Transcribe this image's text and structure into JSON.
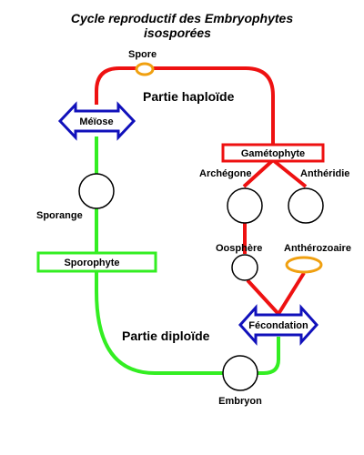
{
  "title": {
    "line1": "Cycle reproductif des Embryophytes",
    "line2": "isosporées"
  },
  "labels": {
    "spore": "Spore",
    "partie_haploide": "Partie haploïde",
    "meiose": "Méïose",
    "gametophyte": "Gamétophyte",
    "archegone": "Archégone",
    "antheridie": "Anthéridie",
    "sporange": "Sporange",
    "oosphere": "Oosphère",
    "antherozoaire": "Anthérozoaire",
    "sporophyte": "Sporophyte",
    "fecondation": "Fécondation",
    "partie_diploide": "Partie diploïde",
    "embryon": "Embryon"
  },
  "colors": {
    "haploid": "#ee1111",
    "diploid": "#33ee22",
    "arrow": "#1111bb",
    "spore_ring": "#f0a010"
  }
}
